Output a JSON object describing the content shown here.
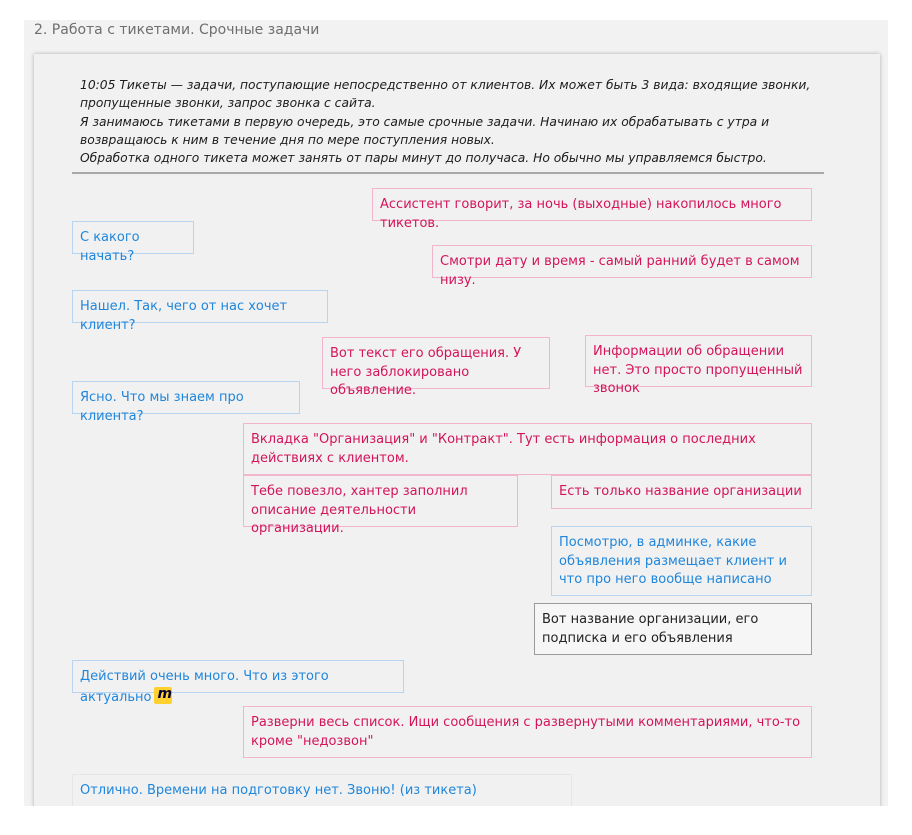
{
  "frame": {
    "title": "2. Работа с тикетами. Срочные задачи"
  },
  "intro": {
    "lines": [
      "10:05 Тикеты — задачи, поступающие непосредственно от клиентов. Их может быть 3 вида: входящие звонки,",
      "пропущенные звонки, запрос звонка с сайта.",
      "Я занимаюсь тикетами в первую очередь, это самые срочные задачи. Начинаю их обрабатывать с утра и",
      "возвращаюсь к ним в течение дня по мере поступления новых.",
      "Обработка одного тикета может занять от пары минут до получаса. Но обычно мы управляемся быстро."
    ]
  },
  "notes": {
    "n1": "Ассистент говорит, за ночь (выходные) накопилось много тикетов.",
    "n2": "С какого начать?",
    "n3": "Смотри дату и время - самый ранний будет в самом низу.",
    "n4": "Нашел. Так, чего от нас хочет клиент?",
    "n5": "Вот текст его обращения. У него заблокировано объявление.",
    "n6": "Информации об обращении нет. Это просто пропущенный звонок",
    "n7": "Ясно. Что мы знаем про клиента?",
    "n8": "Вкладка \"Организация\" и \"Контракт\". Тут есть информация о последних действиях с клиентом.",
    "n9": "Тебе повезло, хантер заполнил описание деятельности организации.",
    "n10": "Есть только название организации",
    "n11": "Посмотрю, в админке, какие объявления размещает клиент и что про него вообще написано",
    "n12": "Вот название организации, его подписка и его объявления",
    "n13": "Действий очень много. Что из этого актуально",
    "n14": "Разверни весь список. Ищи сообщения с развернутыми комментариями, что-то кроме \"недозвон\"",
    "n15": "Отлично. Времени на подготовку нет. Звоню! (из тикета)"
  },
  "icons": {
    "n13_icon": "miro-icon"
  },
  "colors": {
    "pink_note": "#d4145a",
    "blue_note": "#1f86dc",
    "miro_icon_bg": "#ffd02f"
  }
}
